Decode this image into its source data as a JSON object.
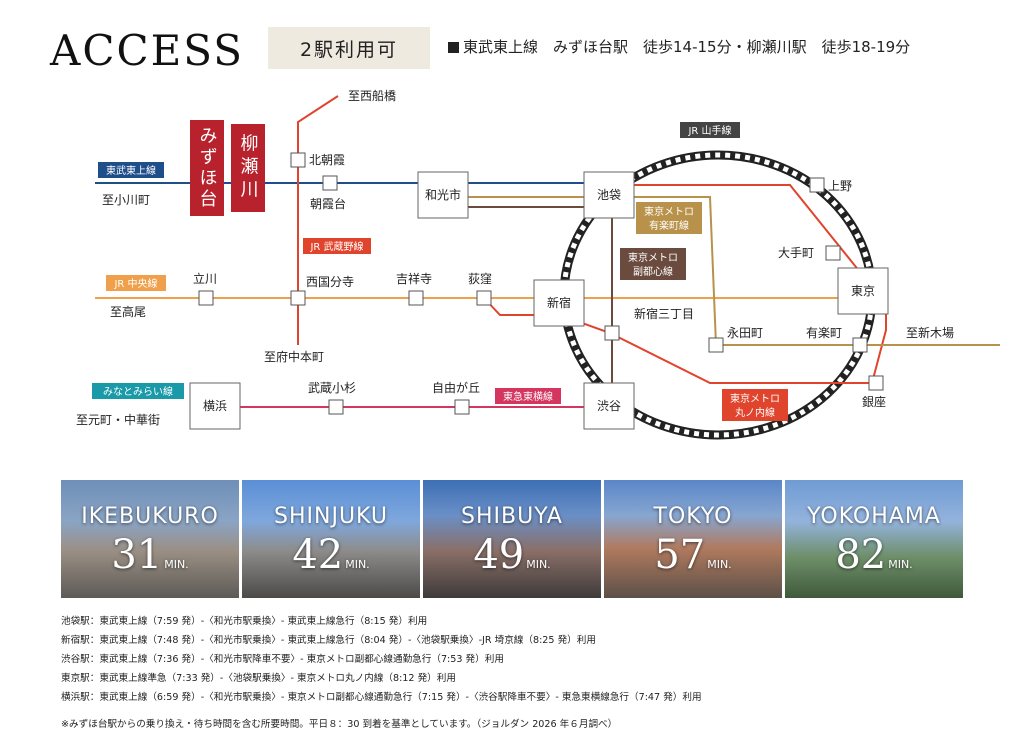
{
  "header": {
    "title": "ACCESS",
    "stations_badge": "2駅利用可",
    "route_note": "東武東上線　みずほ台駅　徒歩14-15分・柳瀬川駅　徒歩18-19分"
  },
  "map": {
    "highlight_stations": [
      "みずほ台",
      "柳瀬川"
    ],
    "line_labels": {
      "tobu_tojo": "東武東上線",
      "jr_chuo": "JR 中央線",
      "minatomirai": "みなとみらい線",
      "jr_musashino": "JR 武蔵野線",
      "jr_yamanote": "JR 山手線",
      "yurakucho": "東京メトロ 有楽町線",
      "fukutoshin": "東京メトロ 副都心線",
      "marunouchi": "東京メトロ 丸ノ内線",
      "tokyu_toyoko": "東急東横線"
    },
    "stations": {
      "nishifunabashi": "至西船橋",
      "kitaasaka": "北朝霞",
      "asakadai": "朝霞台",
      "ogawamachi": "至小川町",
      "wakoshi": "和光市",
      "ikebukuro": "池袋",
      "ueno": "上野",
      "otemachi": "大手町",
      "tachikawa": "立川",
      "nishikokubunji": "西国分寺",
      "kichijoji": "吉祥寺",
      "ogikubo": "荻窪",
      "shinjuku": "新宿",
      "shinjuku3": "新宿三丁目",
      "tokyo": "東京",
      "takao": "至高尾",
      "nagatacho": "永田町",
      "yurakucho": "有楽町",
      "shinkiba": "至新木場",
      "fuchuhonmachi": "至府中本町",
      "yokohama": "横浜",
      "musashikosugi": "武蔵小杉",
      "jiyugaoka": "自由が丘",
      "shibuya": "渋谷",
      "ginza": "銀座",
      "motomachi": "至元町・中華街"
    }
  },
  "photos": [
    {
      "name": "IKEBUKURO",
      "minutes": "31",
      "unit": "MIN."
    },
    {
      "name": "SHINJUKU",
      "minutes": "42",
      "unit": "MIN."
    },
    {
      "name": "SHIBUYA",
      "minutes": "49",
      "unit": "MIN."
    },
    {
      "name": "TOKYO",
      "minutes": "57",
      "unit": "MIN."
    },
    {
      "name": "YOKOHAMA",
      "minutes": "82",
      "unit": "MIN."
    }
  ],
  "notes": [
    "池袋駅：東武東上線（7:59 発）-〈和光市駅乗換〉- 東武東上線急行（8:15 発）利用",
    "新宿駅：東武東上線（7:48 発）-〈和光市駅乗換〉- 東武東上線急行（8:04 発）-〈池袋駅乗換〉-JR 埼京線（8:25 発）利用",
    "渋谷駅：東武東上線（7:36 発）-〈和光市駅降車不要〉- 東京メトロ副都心線通勤急行（7:53 発）利用",
    "東京駅：東武東上線準急（7:33 発）-〈池袋駅乗換〉- 東京メトロ丸ノ内線（8:12 発）利用",
    "横浜駅：東武東上線（6:59 発）-〈和光市駅乗換〉- 東京メトロ副都心線通勤急行（7:15 発）-〈渋谷駅降車不要〉- 東急東横線急行（7:47 発）利用"
  ],
  "footnote": "※みずほ台駅からの乗り換え・待ち時間を含む所要時間。平日８：30 到着を基準としています。（ジョルダン 2026 年６月調べ）",
  "colors": {
    "tobu_tojo": "#1f4f8b",
    "jr_chuo": "#f0a04b",
    "minatomirai": "#1a9aa8",
    "jr_musashino": "#e0442c",
    "yurakucho": "#b8924a",
    "fukutoshin": "#6b4b3e",
    "marunouchi": "#e0442c",
    "tokyu_toyoko": "#d4365f",
    "highlight": "#b8222d",
    "badge_bg": "#efeae0"
  }
}
